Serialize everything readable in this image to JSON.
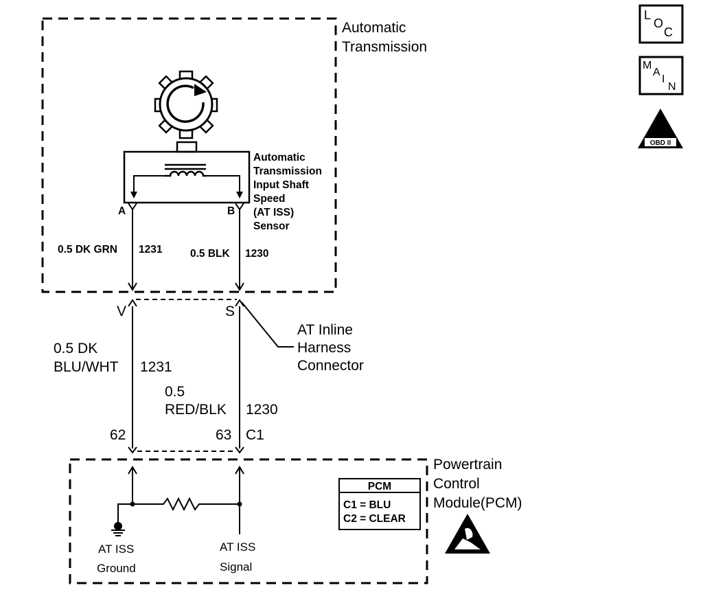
{
  "transmission": {
    "label_line1": "Automatic",
    "label_line2": "Transmission"
  },
  "sensor": {
    "label_lines": [
      "Automatic",
      "Transmission",
      "Input Shaft",
      "Speed",
      "(AT ISS)",
      "Sensor"
    ],
    "pin_a": "A",
    "pin_b": "B"
  },
  "wires_inside": {
    "left": "0.5 DK GRN",
    "left_circuit": "1231",
    "right": "0.5 BLK",
    "right_circuit": "1230"
  },
  "inline_connector": {
    "pin_left": "V",
    "pin_right": "S",
    "label_lines": [
      "AT Inline",
      "Harness",
      "Connector"
    ]
  },
  "wires_outside": {
    "left_line1": "0.5 DK",
    "left_line2": "BLU/WHT",
    "left_circuit": "1231",
    "right_line1": "0.5",
    "right_line2": "RED/BLK",
    "right_circuit": "1230"
  },
  "pcm_connector": {
    "pin_left": "62",
    "pin_right": "63",
    "connector": "C1"
  },
  "pcm": {
    "label_lines": [
      "Powertrain",
      "Control",
      "Module(PCM)"
    ],
    "legend_title": "PCM",
    "legend_lines": [
      "C1 = BLU",
      "C2 = CLEAR"
    ]
  },
  "terminals": {
    "ground_line1": "AT ISS",
    "ground_line2": "Ground",
    "signal_line1": "AT ISS",
    "signal_line2": "Signal"
  },
  "icons": {
    "loc": [
      "L",
      "O",
      "C"
    ],
    "main": [
      "M",
      "A",
      "I",
      "N"
    ],
    "obd_numeral": "II",
    "obd_text": "OBD II"
  }
}
